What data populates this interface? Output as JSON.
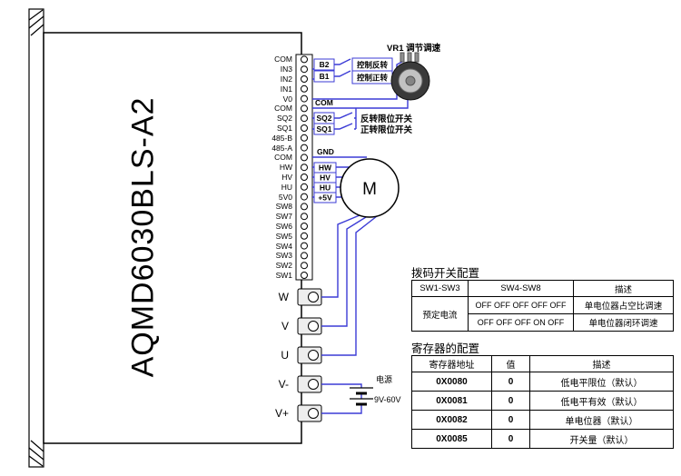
{
  "device": {
    "model": "AQMD6030BLS-A2",
    "pins": [
      "COM",
      "IN3",
      "IN2",
      "IN1",
      "V0",
      "COM",
      "SQ2",
      "SQ1",
      "485-B",
      "485-A",
      "COM",
      "HW",
      "HV",
      "HU",
      "5V0",
      "SW8",
      "SW7",
      "SW6",
      "SW5",
      "SW4",
      "SW3",
      "SW2",
      "SW1"
    ],
    "power_terminals": [
      "W",
      "V",
      "U",
      "V-",
      "V+"
    ]
  },
  "labels": {
    "vr1": "VR1 调节调速",
    "b2": "B2",
    "b1": "B1",
    "ctrl_reverse": "控制反转",
    "ctrl_forward": "控制正转",
    "com": "COM",
    "sq2": "SQ2",
    "sq1": "SQ1",
    "limit_reverse": "反转限位开关",
    "limit_forward": "正转限位开关",
    "gnd": "GND",
    "hw": "HW",
    "hv": "HV",
    "hu": "HU",
    "plus5v": "+5V",
    "motor": "M",
    "power_supply": "电源",
    "power_range": "9V-60V"
  },
  "dip_table": {
    "title": "拨码开关配置",
    "headers": [
      "SW1-SW3",
      "SW4-SW8",
      "描述"
    ],
    "row_label": "预定电流",
    "rows": [
      {
        "sw": "OFF OFF OFF OFF OFF",
        "desc": "单电位器占空比调速"
      },
      {
        "sw": "OFF OFF OFF ON OFF",
        "desc": "单电位器闭环调速"
      }
    ]
  },
  "register_table": {
    "title": "寄存器的配置",
    "headers": [
      "寄存器地址",
      "值",
      "描述"
    ],
    "rows": [
      {
        "addr": "0X0080",
        "val": "0",
        "desc": "低电平限位（默认）"
      },
      {
        "addr": "0X0081",
        "val": "0",
        "desc": "低电平有效（默认）"
      },
      {
        "addr": "0X0082",
        "val": "0",
        "desc": "单电位器（默认）"
      },
      {
        "addr": "0X0085",
        "val": "0",
        "desc": "开关量（默认）"
      }
    ]
  },
  "colors": {
    "wire": "#3b3bd6",
    "outline": "#000000"
  }
}
